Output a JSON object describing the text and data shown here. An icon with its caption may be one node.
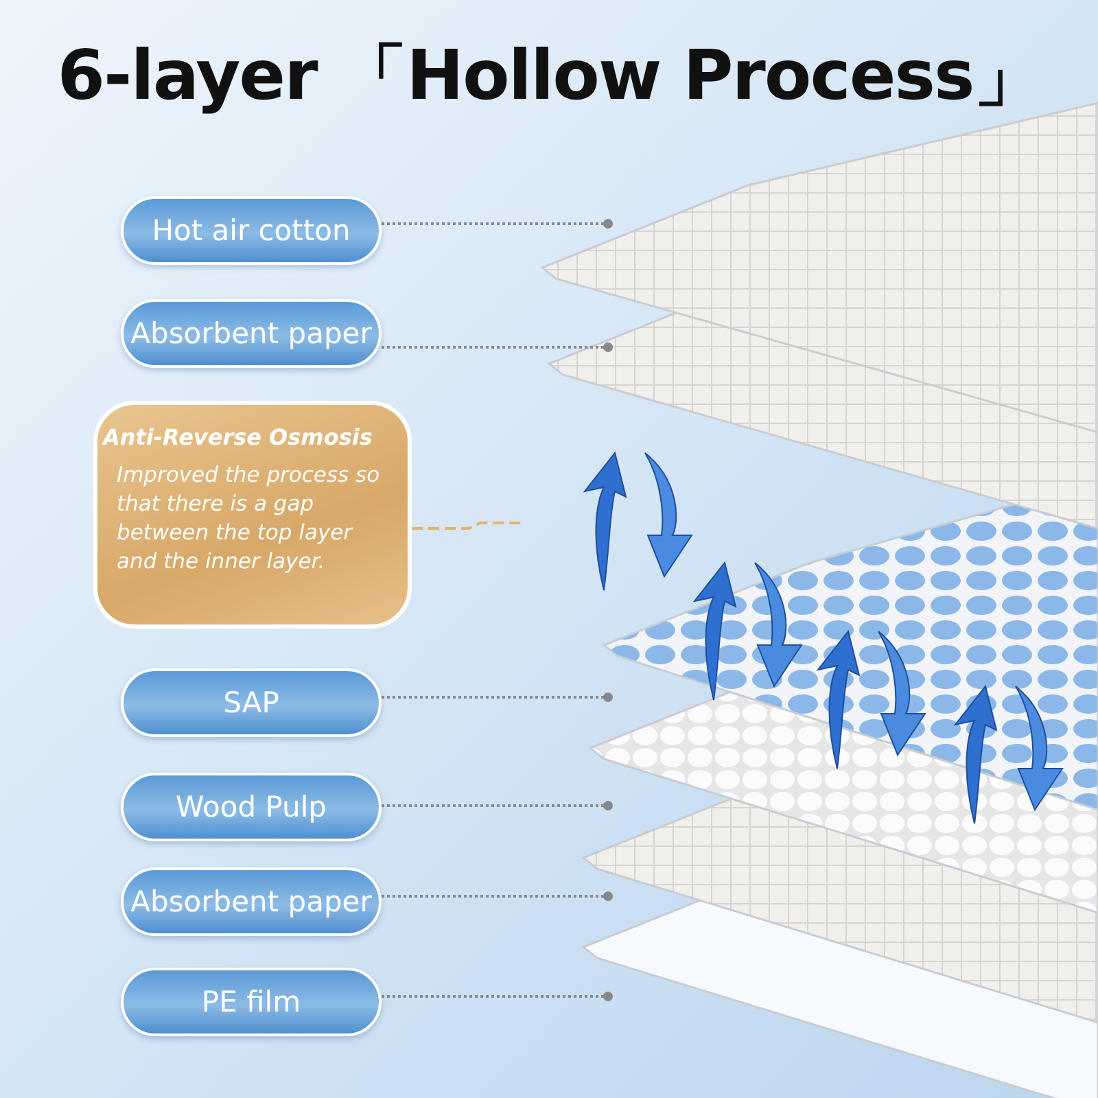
{
  "diagram": {
    "title": "6-layer 「Hollow Process」",
    "nodes": [
      {
        "text": [
          "Hot air cotton"
        ]
      },
      {
        "text": [
          "Absorbent paper"
        ]
      },
      {
        "text": [
          "Anti-Reverse Osmosis",
          "Improved the process so that there is a gap between the top layer and the inner layer."
        ]
      },
      {
        "text": [
          "SAP"
        ]
      },
      {
        "text": [
          "Wood Pulp"
        ]
      },
      {
        "text": [
          "Absorbent paper"
        ]
      },
      {
        "text": [
          "PE film"
        ]
      }
    ],
    "edges": [
      {
        "from": 0,
        "to": null,
        "arrow": "other"
      },
      {
        "from": 1,
        "to": null,
        "arrow": "other"
      },
      {
        "from": 2,
        "to": null,
        "arrow": "none",
        "style": "dashed",
        "color": "#e2b46a"
      },
      {
        "from": 3,
        "to": null,
        "arrow": "other"
      },
      {
        "from": 4,
        "to": null,
        "arrow": "other"
      },
      {
        "from": 5,
        "to": null,
        "arrow": "other"
      },
      {
        "from": 6,
        "to": null,
        "arrow": "other"
      }
    ]
  }
}
